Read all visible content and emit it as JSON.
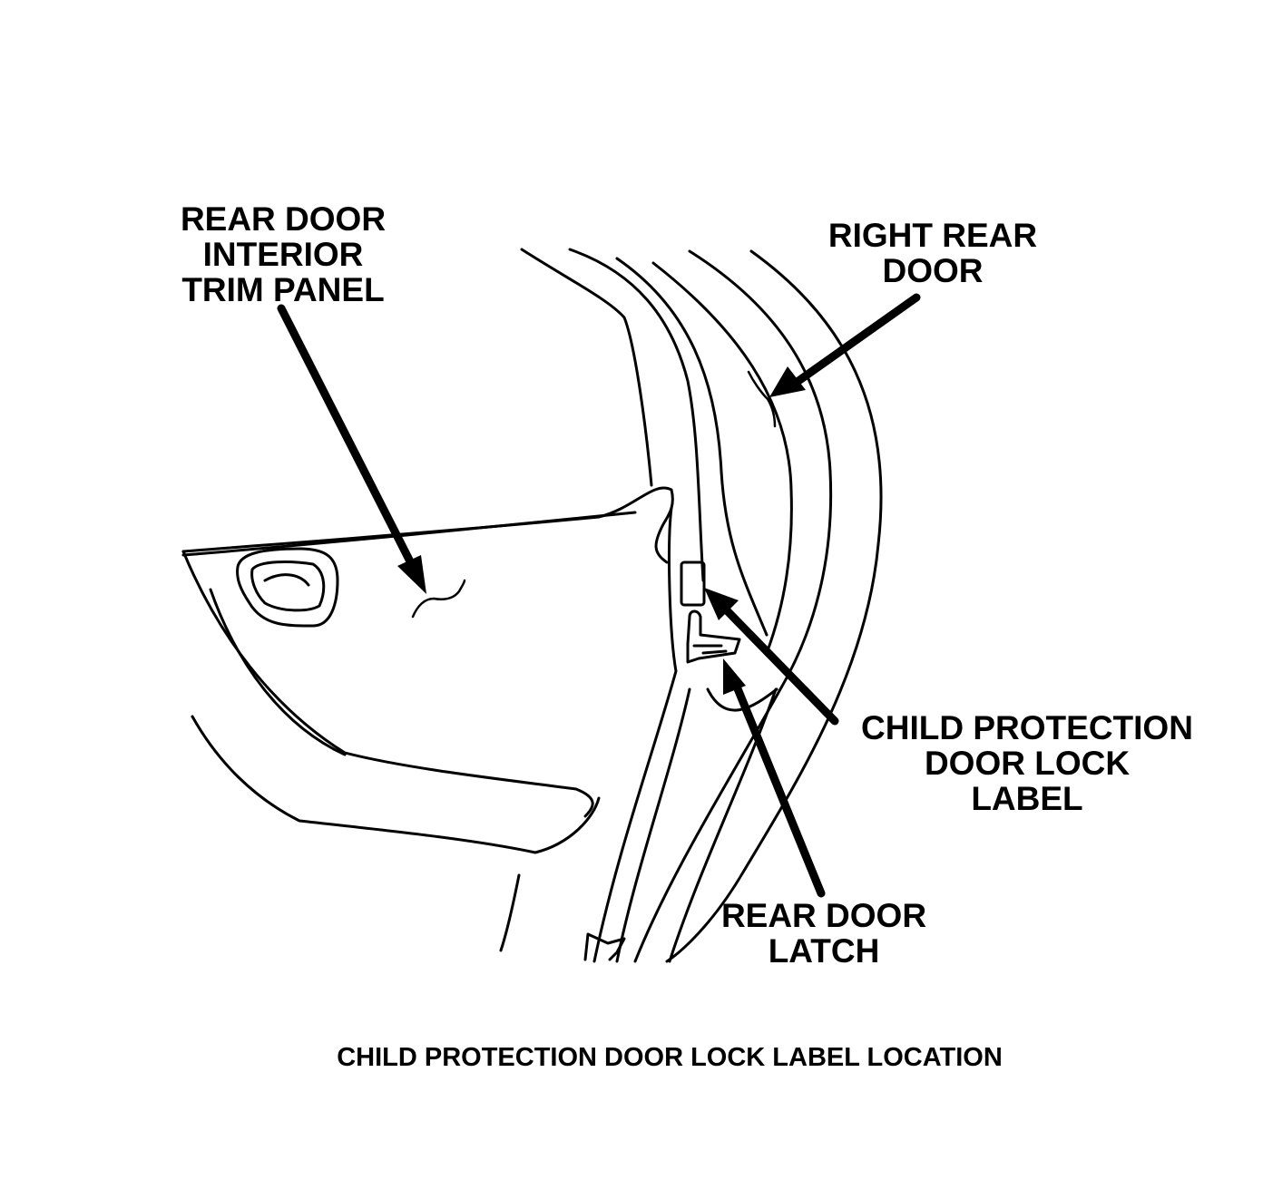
{
  "labels": {
    "trim_panel": [
      "REAR DOOR",
      "INTERIOR",
      "TRIM PANEL"
    ],
    "right_rear_door": [
      "RIGHT REAR",
      "DOOR"
    ],
    "child_label": [
      "CHILD PROTECTION",
      "DOOR LOCK",
      "LABEL"
    ],
    "latch": [
      "REAR DOOR",
      "LATCH"
    ]
  },
  "caption": "CHILD PROTECTION DOOR LOCK LABEL LOCATION",
  "colors": {
    "ink": "#000000",
    "paper": "#ffffff"
  }
}
